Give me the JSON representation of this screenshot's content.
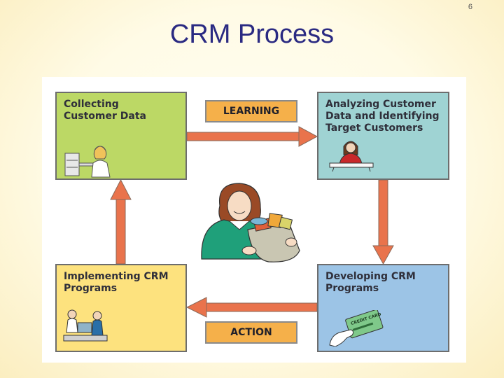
{
  "slide_number": "6",
  "title": "CRM Process",
  "boxes": {
    "collect": "Collecting\nCustomer Data",
    "analyze": "Analyzing Customer\nData and Identifying\nTarget Customers",
    "develop": "Developing CRM\nPrograms",
    "implement": "Implementing CRM\nPrograms"
  },
  "labels": {
    "learning": "LEARNING",
    "action": "ACTION"
  },
  "card_text": "CREDIT CARD",
  "colors": {
    "collect": "#bcd865",
    "analyze": "#9fd3d3",
    "develop": "#9cc4e6",
    "implement": "#fde27e",
    "arrow": "#e9734c",
    "label": "#f5b04a",
    "title": "#2a2a82"
  },
  "icons": [
    "woman-with-files-icon",
    "woman-at-desk-icon",
    "hand-with-credit-card-icon",
    "people-at-counter-icon",
    "woman-with-shopping-bag-icon"
  ]
}
